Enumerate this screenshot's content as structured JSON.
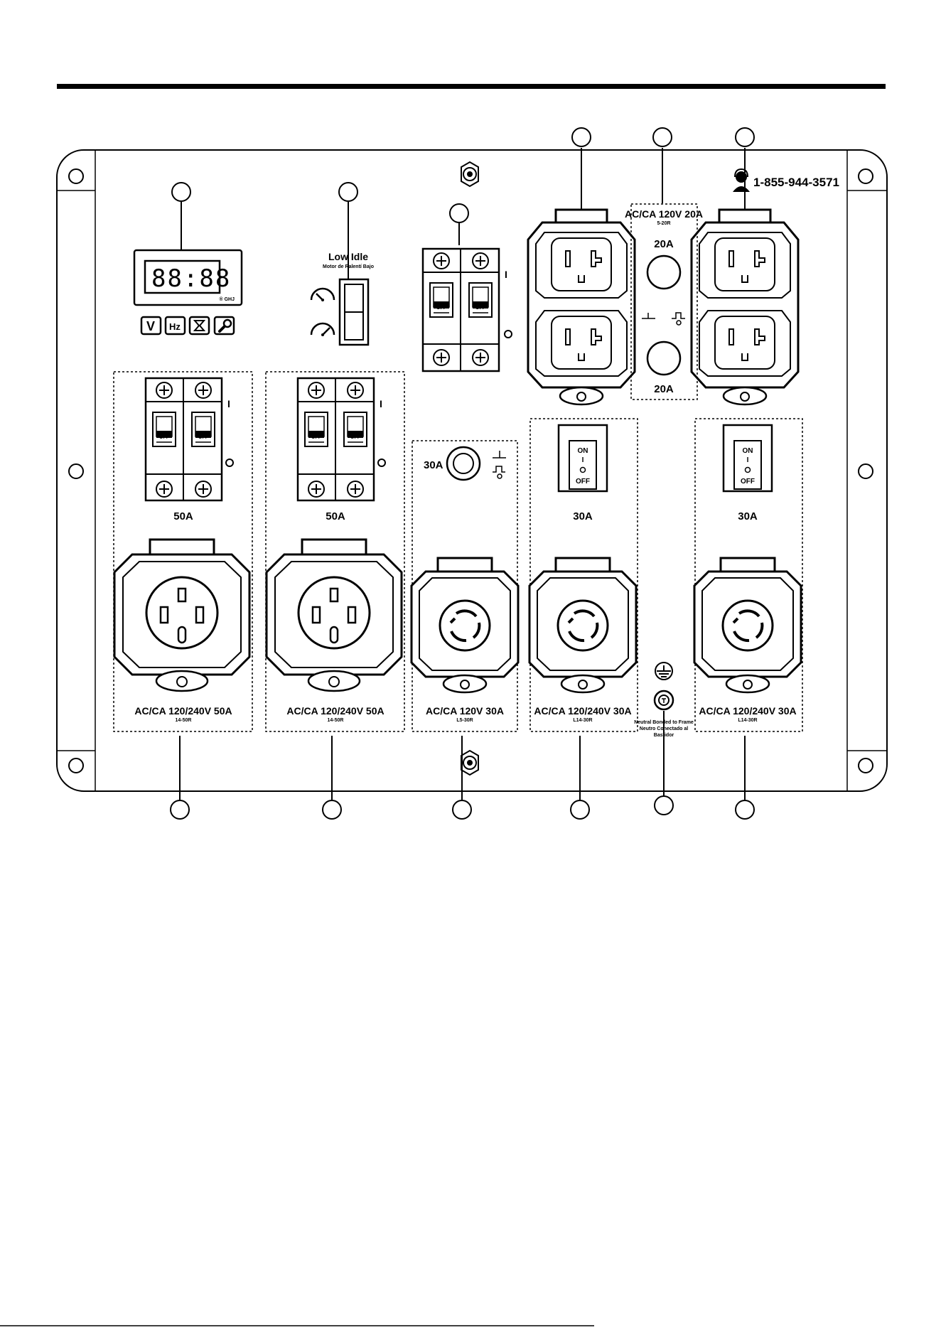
{
  "phone": "1-855-944-3571",
  "low_idle": {
    "title": "Low Idle",
    "subtitle": "Motor de Ralentí Bajo"
  },
  "meter": {
    "display": "88:88",
    "brand": "® GHJ"
  },
  "meter_buttons": [
    "V",
    "Hz"
  ],
  "breakers": {
    "left_50a": "50A",
    "mid_50a": "50A",
    "off_label": "OFF",
    "on_mark": "I",
    "off_mark": "O"
  },
  "duplex_20a": {
    "title": "AC/CA 120V 20A",
    "sub": "5-20R",
    "top": "20A",
    "bottom": "20A"
  },
  "outlet_30a_cb": "30A",
  "rocker": {
    "on": "ON",
    "i": "I",
    "o": "O",
    "off": "OFF"
  },
  "amps_30a_1": "30A",
  "amps_30a_2": "30A",
  "outlet_labels": [
    {
      "main": "AC/CA 120/240V 50A",
      "sub": "14-50R"
    },
    {
      "main": "AC/CA 120/240V 50A",
      "sub": "14-50R"
    },
    {
      "main": "AC/CA 120V 30A",
      "sub": "L5-30R"
    },
    {
      "main": "AC/CA 120/240V 30A",
      "sub": "L14-30R"
    },
    {
      "main": "AC/CA 120/240V 30A",
      "sub": "L14-30R"
    }
  ],
  "neutral": {
    "line1": "Neutral Bonded to Frame",
    "line2": "Neutro Conectado al",
    "line3": "Bastidor"
  }
}
